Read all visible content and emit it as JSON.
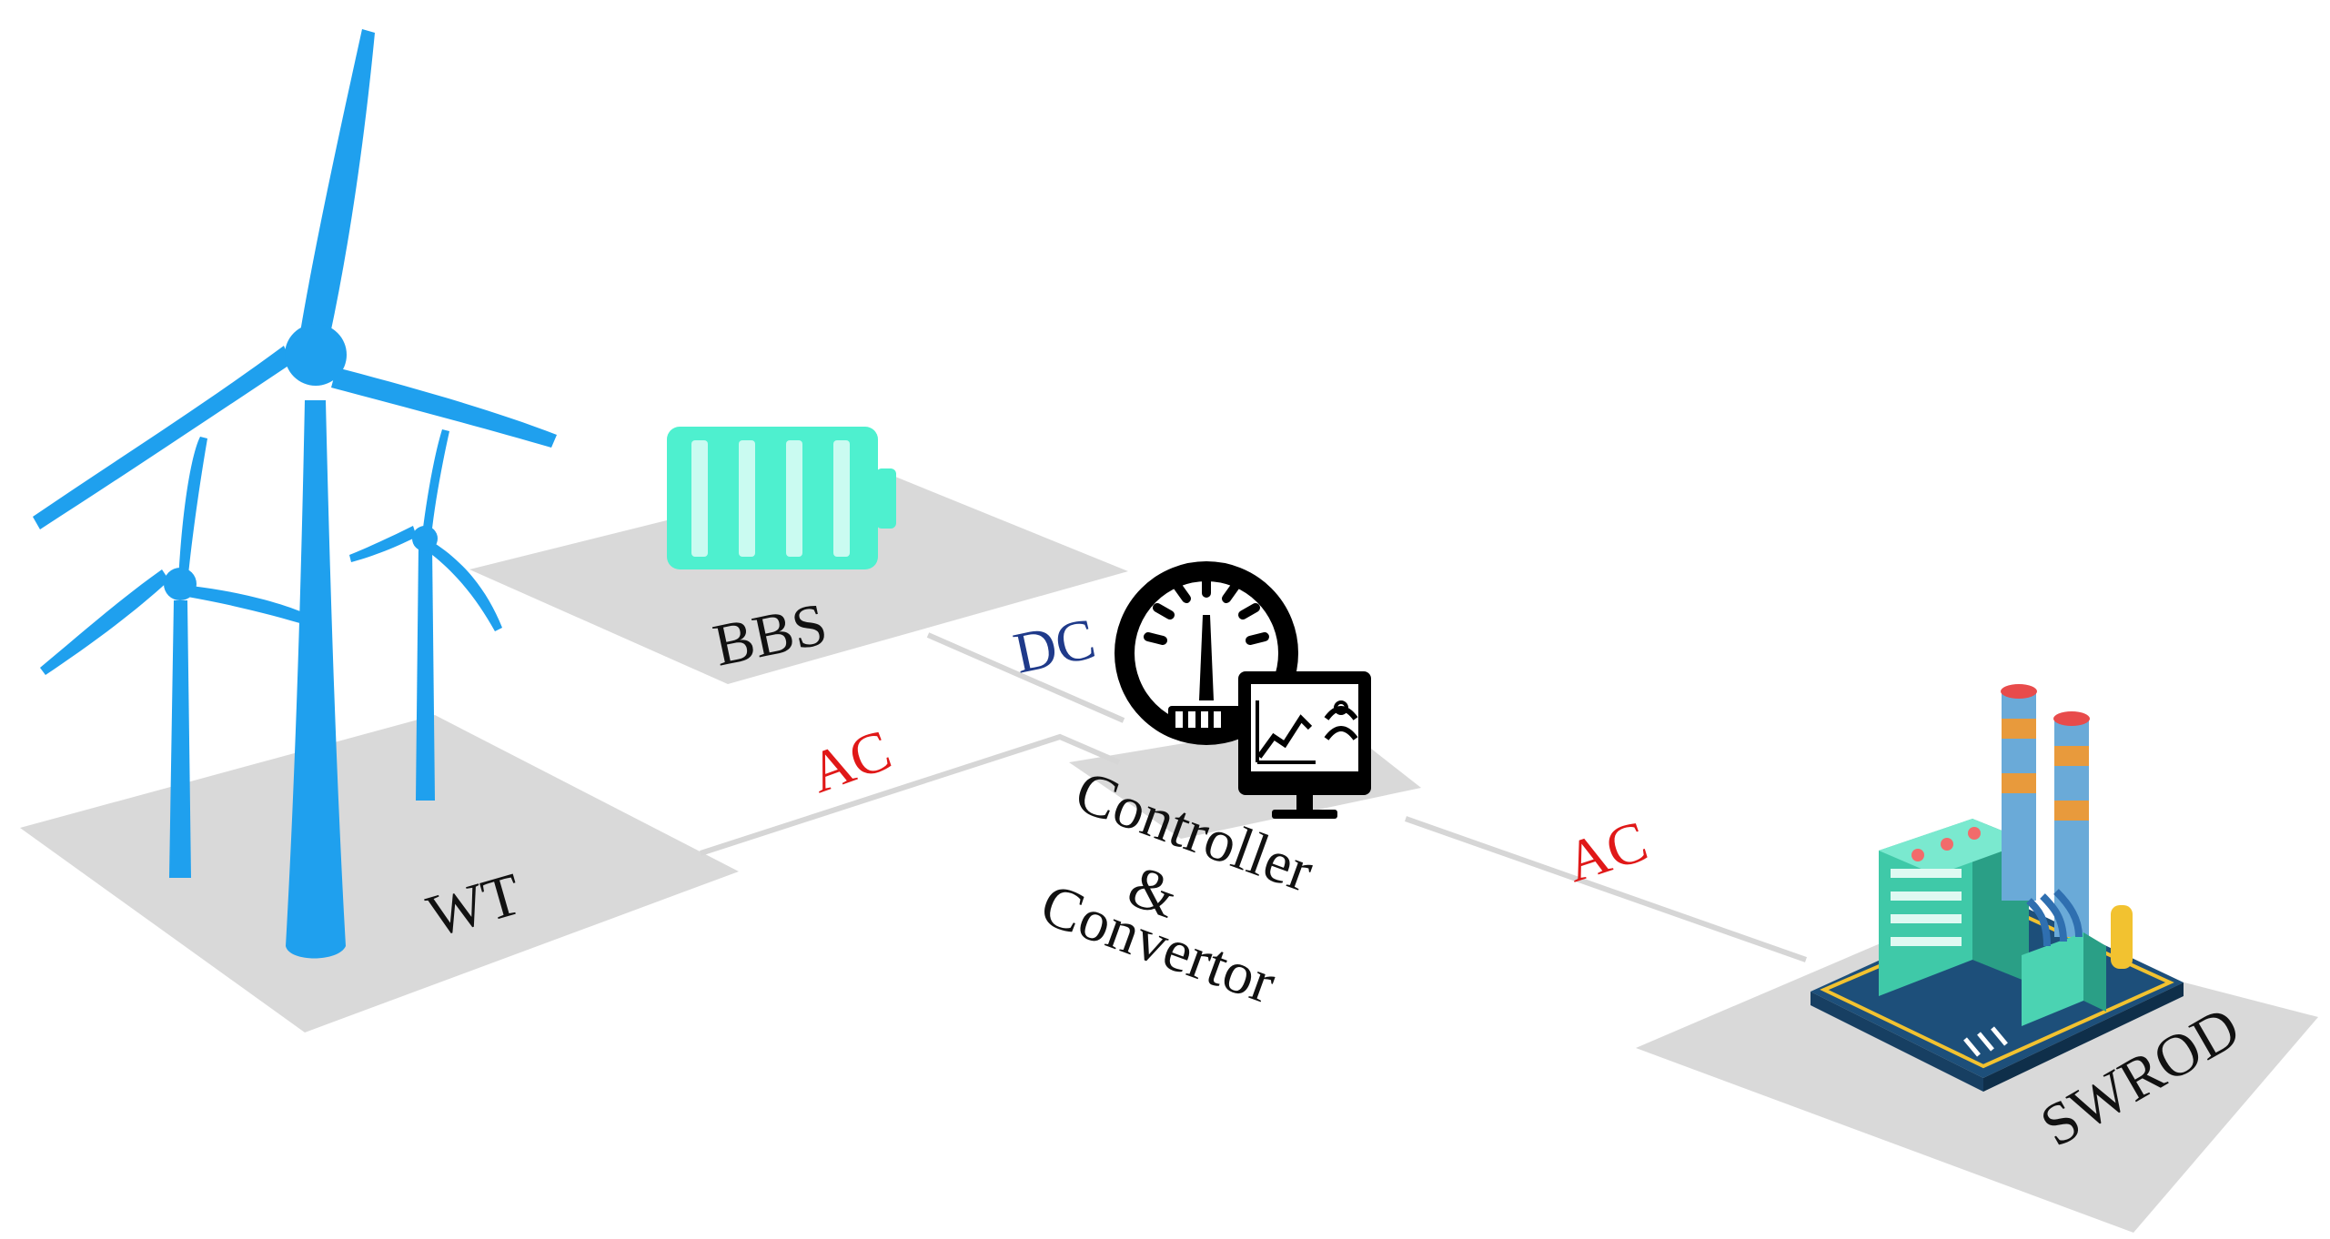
{
  "labels": {
    "wt": "WT",
    "bbs": "BBS",
    "controller_line1": "Controller",
    "controller_line2": "&",
    "controller_line3": "Convertor",
    "swrod": "SWROD",
    "dc": "DC",
    "ac_left": "AC",
    "ac_right": "AC"
  },
  "colors": {
    "platform": "#d9d9d9",
    "line": "#d6d6d6",
    "turbine": "#1fa0ee",
    "battery": "#4ef0cf",
    "battery_dark": "#2cd2b0",
    "ac": "#e01818",
    "dc": "#1f3a8a",
    "text": "#111111",
    "dark": "#000000"
  },
  "icons": {
    "wind_turbine": "wind-turbine-icon",
    "battery": "battery-icon",
    "gauge": "gauge-icon",
    "monitor": "monitor-icon",
    "factory": "factory-icon"
  }
}
